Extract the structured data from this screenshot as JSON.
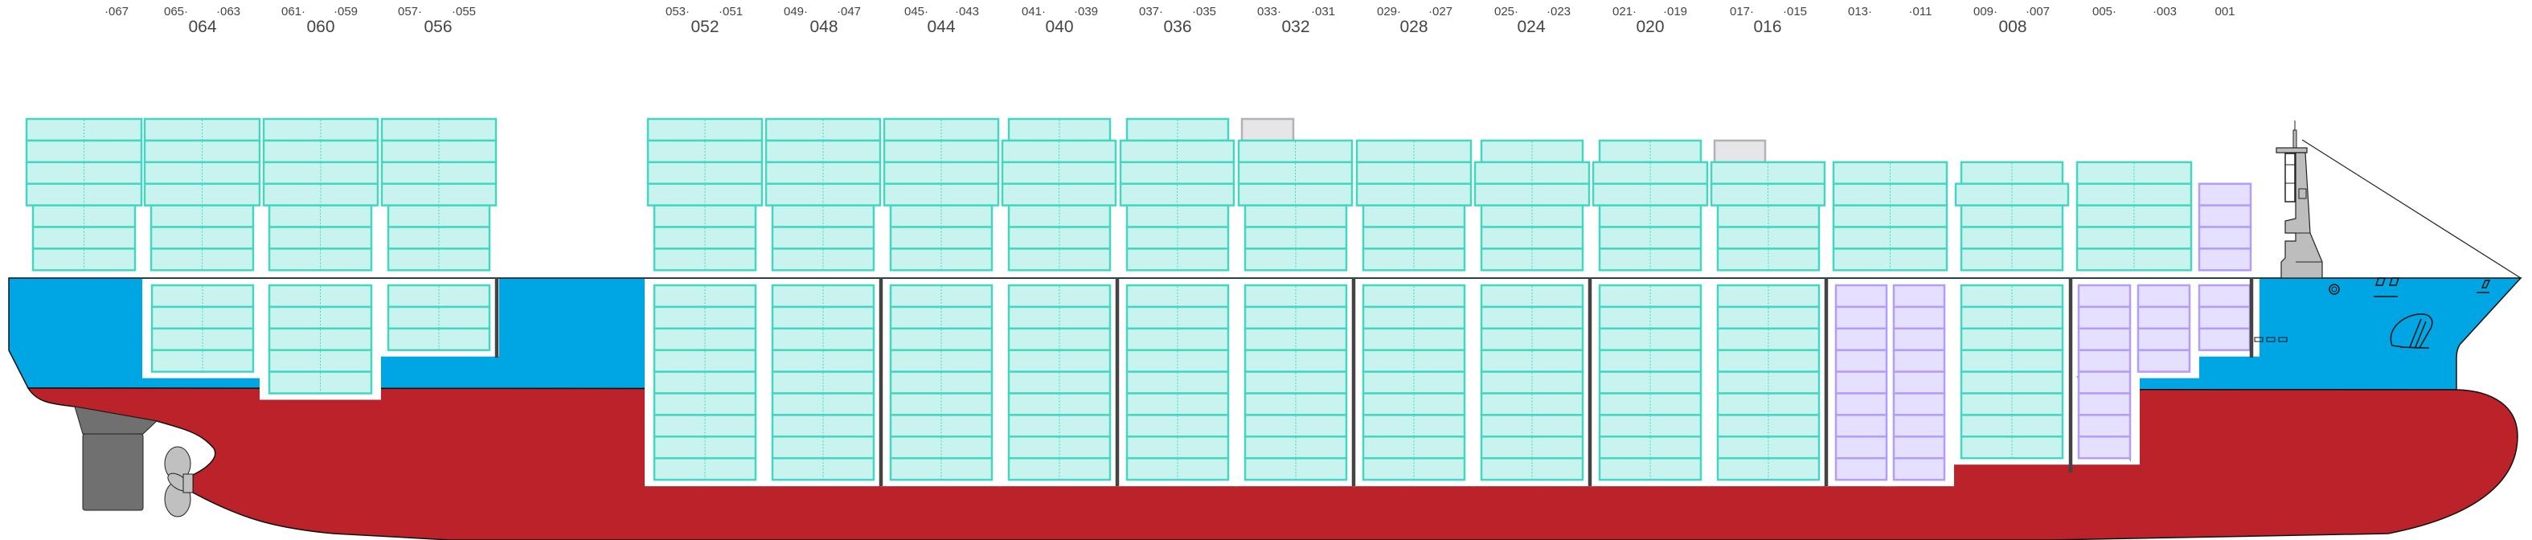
{
  "bay_labels": {
    "odd": [
      "·067",
      "065·",
      "·063",
      "061·",
      "·059",
      "057·",
      "·055",
      "053·",
      "·051",
      "049·",
      "·047",
      "045·",
      "·043",
      "041·",
      "·039",
      "037·",
      "·035",
      "033·",
      "·031",
      "029·",
      "·027",
      "025·",
      "·023",
      "021·",
      "·019",
      "017·",
      "·015",
      "013·",
      "·011",
      "009·",
      "·007",
      "005·",
      "·003",
      "001"
    ],
    "even": [
      "064",
      "060",
      "056",
      "052",
      "048",
      "044",
      "040",
      "036",
      "032",
      "028",
      "024",
      "020",
      "016",
      "008"
    ]
  },
  "colors": {
    "hull_upper": "#00a5e3",
    "hull_lower": "#bb2229",
    "container_40ft_fill": "#c8f3ee",
    "container_40ft_stroke": "#45d6c1",
    "container_20ft_fill": "#e6e0ff",
    "container_20ft_stroke": "#b49cfb",
    "container_empty_fill": "#e6e6e8",
    "container_empty_stroke": "#b2b2b6",
    "bulkhead": "#444444",
    "rudder": "#707070",
    "propeller": "#c0c0c0",
    "mast": "#bdbdbd"
  }
}
